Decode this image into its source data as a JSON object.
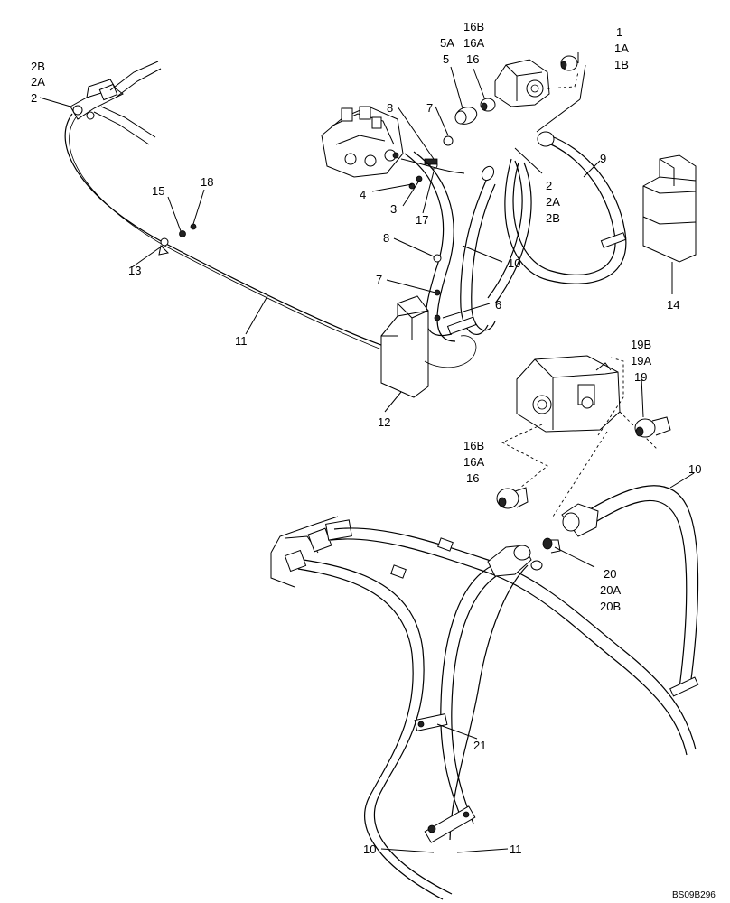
{
  "callouts": [
    {
      "id": "c-2b-top-left",
      "text": "2B"
    },
    {
      "id": "c-2a-top-left",
      "text": "2A"
    },
    {
      "id": "c-2-top-left",
      "text": "2"
    },
    {
      "id": "c-16b-top",
      "text": "16B"
    },
    {
      "id": "c-5a",
      "text": "5A"
    },
    {
      "id": "c-16a-top",
      "text": "16A"
    },
    {
      "id": "c-5",
      "text": "5"
    },
    {
      "id": "c-16-top",
      "text": "16"
    },
    {
      "id": "c-1",
      "text": "1"
    },
    {
      "id": "c-1a",
      "text": "1A"
    },
    {
      "id": "c-1b",
      "text": "1B"
    },
    {
      "id": "c-8-upper",
      "text": "8"
    },
    {
      "id": "c-7-upper",
      "text": "7"
    },
    {
      "id": "c-9",
      "text": "9"
    },
    {
      "id": "c-2-mid",
      "text": "2"
    },
    {
      "id": "c-2a-mid",
      "text": "2A"
    },
    {
      "id": "c-2b-mid",
      "text": "2B"
    },
    {
      "id": "c-4",
      "text": "4"
    },
    {
      "id": "c-3",
      "text": "3"
    },
    {
      "id": "c-17",
      "text": "17"
    },
    {
      "id": "c-15",
      "text": "15"
    },
    {
      "id": "c-18",
      "text": "18"
    },
    {
      "id": "c-13",
      "text": "13"
    },
    {
      "id": "c-8-lower",
      "text": "8"
    },
    {
      "id": "c-10-upper",
      "text": "10"
    },
    {
      "id": "c-7-lower",
      "text": "7"
    },
    {
      "id": "c-6",
      "text": "6"
    },
    {
      "id": "c-14",
      "text": "14"
    },
    {
      "id": "c-11-upper",
      "text": "11"
    },
    {
      "id": "c-12",
      "text": "12"
    },
    {
      "id": "c-19b",
      "text": "19B"
    },
    {
      "id": "c-19a",
      "text": "19A"
    },
    {
      "id": "c-19",
      "text": "19"
    },
    {
      "id": "c-16b-mid",
      "text": "16B"
    },
    {
      "id": "c-16a-mid",
      "text": "16A"
    },
    {
      "id": "c-16-mid",
      "text": "16"
    },
    {
      "id": "c-10-right",
      "text": "10"
    },
    {
      "id": "c-20",
      "text": "20"
    },
    {
      "id": "c-20a",
      "text": "20A"
    },
    {
      "id": "c-20b",
      "text": "20B"
    },
    {
      "id": "c-21",
      "text": "21"
    },
    {
      "id": "c-10-bottom",
      "text": "10"
    },
    {
      "id": "c-11-bottom",
      "text": "11"
    }
  ],
  "drawing_code": "BS09B296"
}
